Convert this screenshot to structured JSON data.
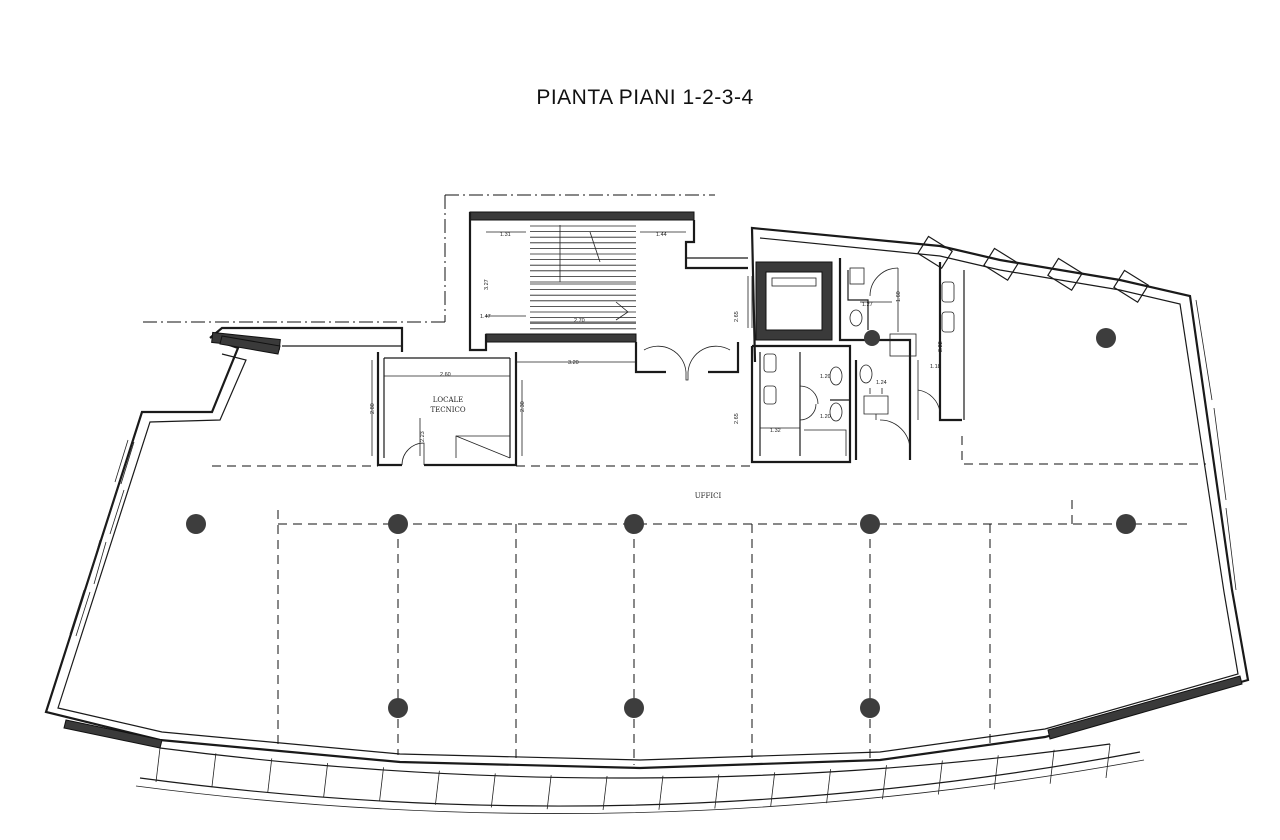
{
  "title": "PIANTA PIANI 1-2-3-4",
  "rooms": {
    "locale_tecnico_line1": "LOCALE",
    "locale_tecnico_line2": "TECNICO",
    "uffici": "UFFICI"
  },
  "dimensions": {
    "d131": "1.31",
    "d144": "1.44",
    "d327": "3.27",
    "d147": "1.47",
    "d270": "2.70",
    "d320": "3.20",
    "d260": "2.60",
    "d280": "2.80",
    "d223": "2.23",
    "d230": "2.30",
    "d265": "2.65",
    "d265b": "2.65",
    "d132": "1.32",
    "d127": "1.27",
    "d160": "1.60",
    "d124": "1.24",
    "d118": "1.18",
    "d120": "1.20",
    "d222": "2.22",
    "d120b": "1.20"
  },
  "colors": {
    "line": "#1a1a1a",
    "fill": "#3a3a3a",
    "background": "#ffffff"
  }
}
